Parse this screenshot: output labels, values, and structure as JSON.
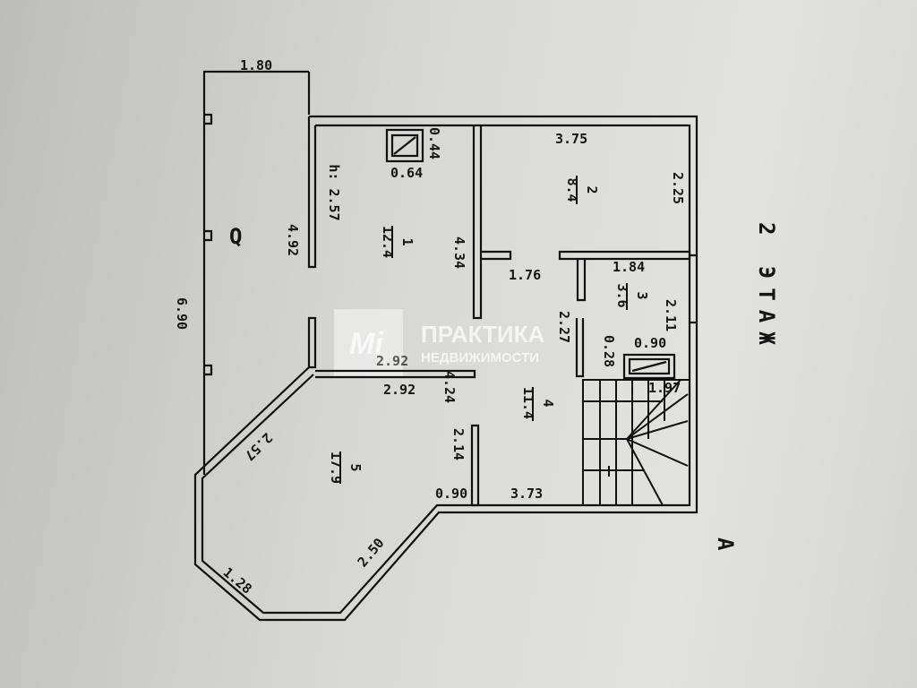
{
  "title": "2 ЭТАЖ",
  "entrance_mark": "A",
  "balcony": {
    "mark": "Q",
    "width": "1.80",
    "length": "6.90",
    "depth": "4.92"
  },
  "ceiling_height": "h: 2.57",
  "rooms": [
    {
      "number": "1",
      "area": "12.4"
    },
    {
      "number": "2",
      "area": "8.4"
    },
    {
      "number": "3",
      "area": "3.6"
    },
    {
      "number": "4",
      "area": "11.4"
    },
    {
      "number": "5",
      "area": "17.9"
    }
  ],
  "dimensions": {
    "vent_a": "0.44",
    "vent_b": "0.64",
    "r1_side": "4.34",
    "r2_top": "3.75",
    "r2_side": "2.25",
    "hall_gap": "1.76",
    "r3_top": "1.84",
    "r3_side": "2.11",
    "r3_left": "2.27",
    "vent2_w": "0.90",
    "vent2_d": "0.28",
    "stairs": "1.97",
    "r5_top_faded": "2.92",
    "r5_top": "2.92",
    "r4_side": "4.24",
    "r4_wall": "2.14",
    "r5_diag_top": "2.57",
    "r5_step": "0.90",
    "r4_bottom": "3.73",
    "r5_diag_bottom": "2.50",
    "r5_bottom_corner": "1.28"
  },
  "watermark": {
    "line1": "ПРАКТИКА",
    "line2": "НЕДВИЖИМОСТИ",
    "logo_text": "Mi"
  }
}
